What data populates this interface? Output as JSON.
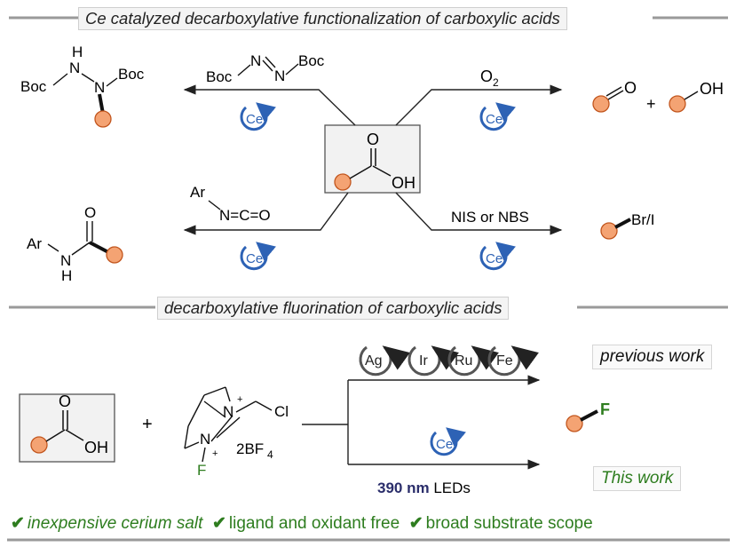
{
  "sections": {
    "top_title": "Ce catalyzed decarboxylative functionalization of carboxylic acids",
    "bottom_title": "decarboxylative fluorination of carboxylic acids"
  },
  "top": {
    "acid": {
      "carbonyl_o": "O",
      "hydroxyl": "OH"
    },
    "hydrazine_product": {
      "boc1": "Boc",
      "nh_h": "H",
      "n1": "N",
      "n2": "N",
      "boc2": "Boc"
    },
    "azo_reagent": {
      "boc1": "Boc",
      "n1": "N",
      "n2": "N",
      "boc2": "Boc"
    },
    "oxygen_reagent": {
      "o": "O",
      "sub": "2"
    },
    "oxidation_products": {
      "aldehyde_o": "O",
      "plus": "+",
      "alcohol": "OH"
    },
    "isocyanate_reagent": {
      "ar": "Ar",
      "formula": "N=C=O"
    },
    "amide_product": {
      "o": "O",
      "ar": "Ar",
      "n": "N",
      "h": "H"
    },
    "halo_reagent": "NIS or NBS",
    "halo_product": "Br/I",
    "catalyst": "Ce"
  },
  "bottom": {
    "acid": {
      "carbonyl_o": "O",
      "hydroxyl": "OH"
    },
    "plus": "+",
    "selectfluor": {
      "cl": "Cl",
      "bf4": "2BF",
      "bf4_sub": "4",
      "n_top": "N",
      "n_bottom": "N",
      "charge": "+",
      "f": "F"
    },
    "prior_catalysts": [
      "Ag",
      "Ir",
      "Ru",
      "Fe"
    ],
    "this_catalyst": "Ce",
    "light_value": "390 nm",
    "light_suffix": " LEDs",
    "product_f": "F",
    "previous_work": "previous work",
    "this_work": "This work"
  },
  "footer": {
    "check": "✔",
    "item1": "inexpensive cerium salt",
    "item2": "ligand and oxidant free",
    "item3": "broad substrate scope"
  },
  "colors": {
    "substituent_fill": "#f4a373",
    "substituent_stroke": "#c2561e",
    "ce_arrow": "#2d62b5",
    "ce_text": "#2d62b5",
    "prior_catalyst": "#555555",
    "green": "#2e7d1f",
    "navy_light": "#2b2e6b"
  }
}
